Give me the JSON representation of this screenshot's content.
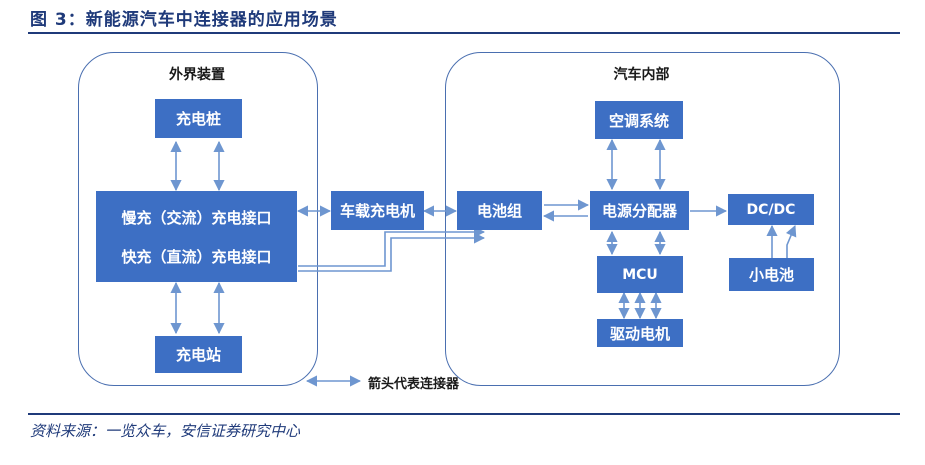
{
  "title": "图 3：新能源汽车中连接器的应用场景",
  "source": "资料来源：一览众车，安信证券研究中心",
  "regions": {
    "external": "外界装置",
    "internal": "汽车内部"
  },
  "nodes": {
    "charging_pile": "充电桩",
    "slow_port": "慢充（交流）充电接口",
    "fast_port": "快充（直流）充电接口",
    "charging_station": "充电站",
    "onboard_charger": "车载充电机",
    "battery_pack": "电池组",
    "ac_system": "空调系统",
    "power_distributor": "电源分配器",
    "dcdc": "DC/DC",
    "mcu": "MCU",
    "small_battery": "小电池",
    "drive_motor": "驱动电机"
  },
  "legend": {
    "label": "箭头代表连接器"
  },
  "colors": {
    "box_fill": "#3d6fc4",
    "arrow": "#6e96d0",
    "title": "#1f3a7a"
  }
}
